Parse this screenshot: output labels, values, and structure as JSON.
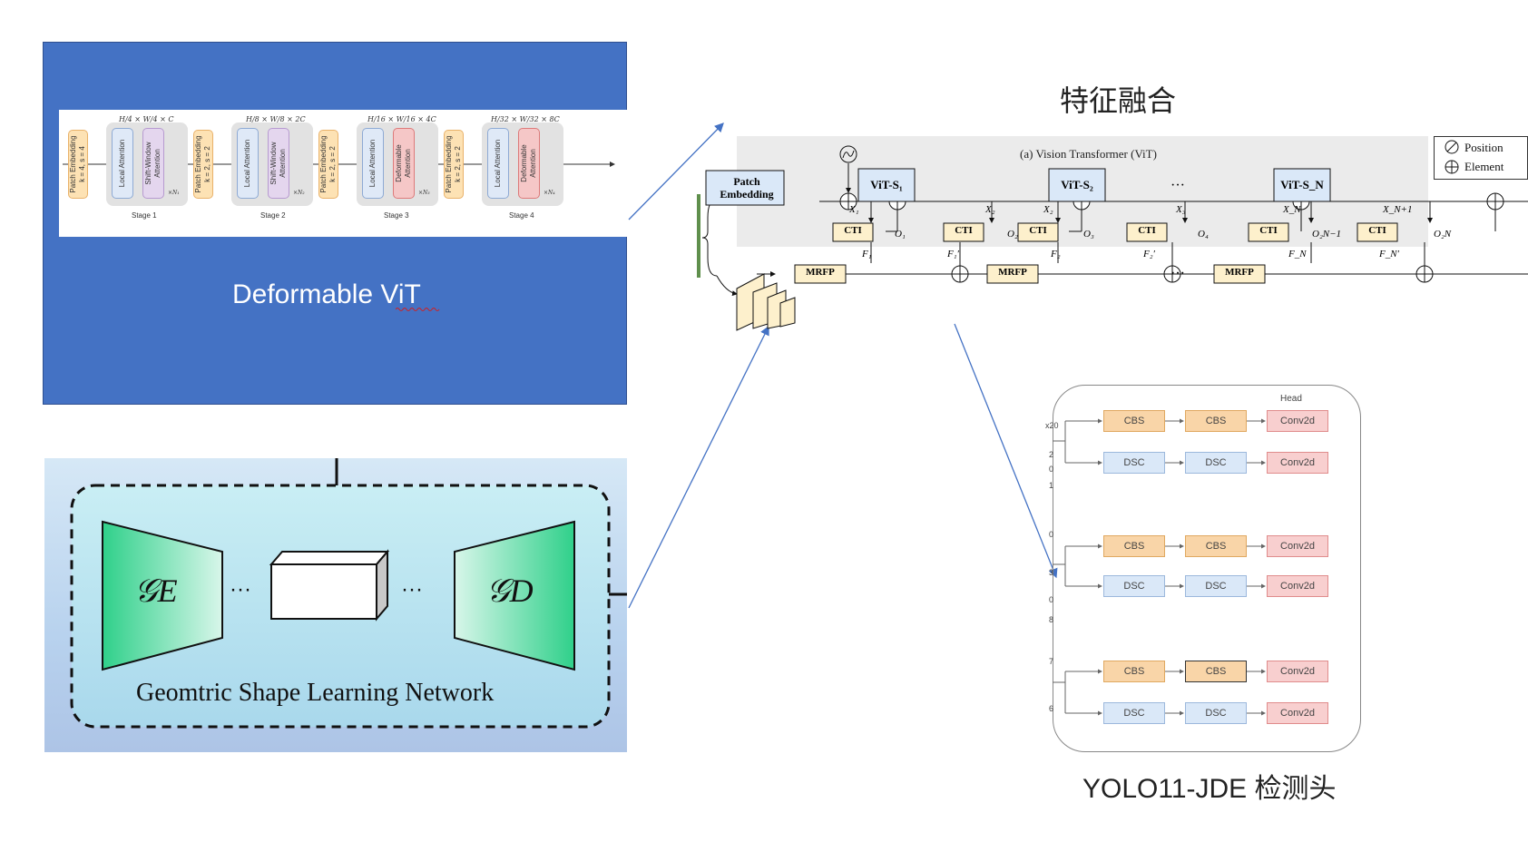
{
  "deformable_vit": {
    "label": "Deformable ViT",
    "dims": [
      "H/4 × W/4 × C",
      "H/8 × W/8 × 2C",
      "H/16 × W/16 × 4C",
      "H/32 × W/32 × 8C"
    ],
    "stages": [
      {
        "name": "Stage 1",
        "embed": "Patch Embedding",
        "embed_params": "k = 4, s = 4",
        "local": "Local Attention",
        "attn": "Shift-Window Attention",
        "repeat": "×N₁"
      },
      {
        "name": "Stage 2",
        "embed": "Patch Embedding",
        "embed_params": "k = 2, s = 2",
        "local": "Local Attention",
        "attn": "Shift-Window Attention",
        "repeat": "×N₂"
      },
      {
        "name": "Stage 3",
        "embed": "Patch Embedding",
        "embed_params": "k = 2, s = 2",
        "local": "Local Attention",
        "attn": "Deformable Attention",
        "repeat": "×N₃"
      },
      {
        "name": "Stage 4",
        "embed": "Patch Embedding",
        "embed_params": "k = 2, s = 2",
        "local": "Local Attention",
        "attn": "Deformable Attention",
        "repeat": "×N₄"
      }
    ]
  },
  "geometric": {
    "encoder": "𝒢E",
    "decoder": "𝒢D",
    "dots": "···",
    "label": "Geomtric Shape Learning Network"
  },
  "fusion": {
    "title": "特征融合",
    "vit_title": "(a) Vision Transformer (ViT)",
    "legend": [
      "Position",
      "Element"
    ],
    "patch_embedding": "Patch Embedding",
    "vit_blocks": [
      "ViT-S₁",
      "ViT-S₂",
      "ViT-S_N"
    ],
    "cti": "CTI",
    "mrfp": "MRFP",
    "x_labels": [
      "X₁",
      "X₂",
      "X₂",
      "X₃",
      "X_N",
      "X_N+1"
    ],
    "o_labels": [
      "O₁",
      "O₂",
      "O₃",
      "O₄",
      "O₂N−1",
      "O₂N"
    ],
    "f_labels": [
      "F₁",
      "F₁′",
      "F₂",
      "F₂′",
      "F_N",
      "F_N′"
    ],
    "ellipsis": "···"
  },
  "yolo": {
    "head_label": "Head",
    "left_marks": [
      "x20",
      "2",
      "0",
      "1",
      "0",
      "0",
      "3",
      "8",
      "7",
      "6"
    ],
    "rows": [
      [
        "CBS",
        "CBS",
        "Conv2d"
      ],
      [
        "DSC",
        "DSC",
        "Conv2d"
      ],
      [
        "CBS",
        "CBS",
        "Conv2d"
      ],
      [
        "DSC",
        "DSC",
        "Conv2d"
      ],
      [
        "CBS",
        "CBS",
        "Conv2d"
      ],
      [
        "DSC",
        "DSC",
        "Conv2d"
      ]
    ],
    "title": "YOLO11-JDE 检测头"
  },
  "colors": {
    "panel_blue": "#4472c4",
    "cbs": "#f9d5a8",
    "dsc": "#dae8f8",
    "conv": "#f8cfcf",
    "module": "#fdf0cc",
    "trap_green": "#4cdc9c"
  }
}
